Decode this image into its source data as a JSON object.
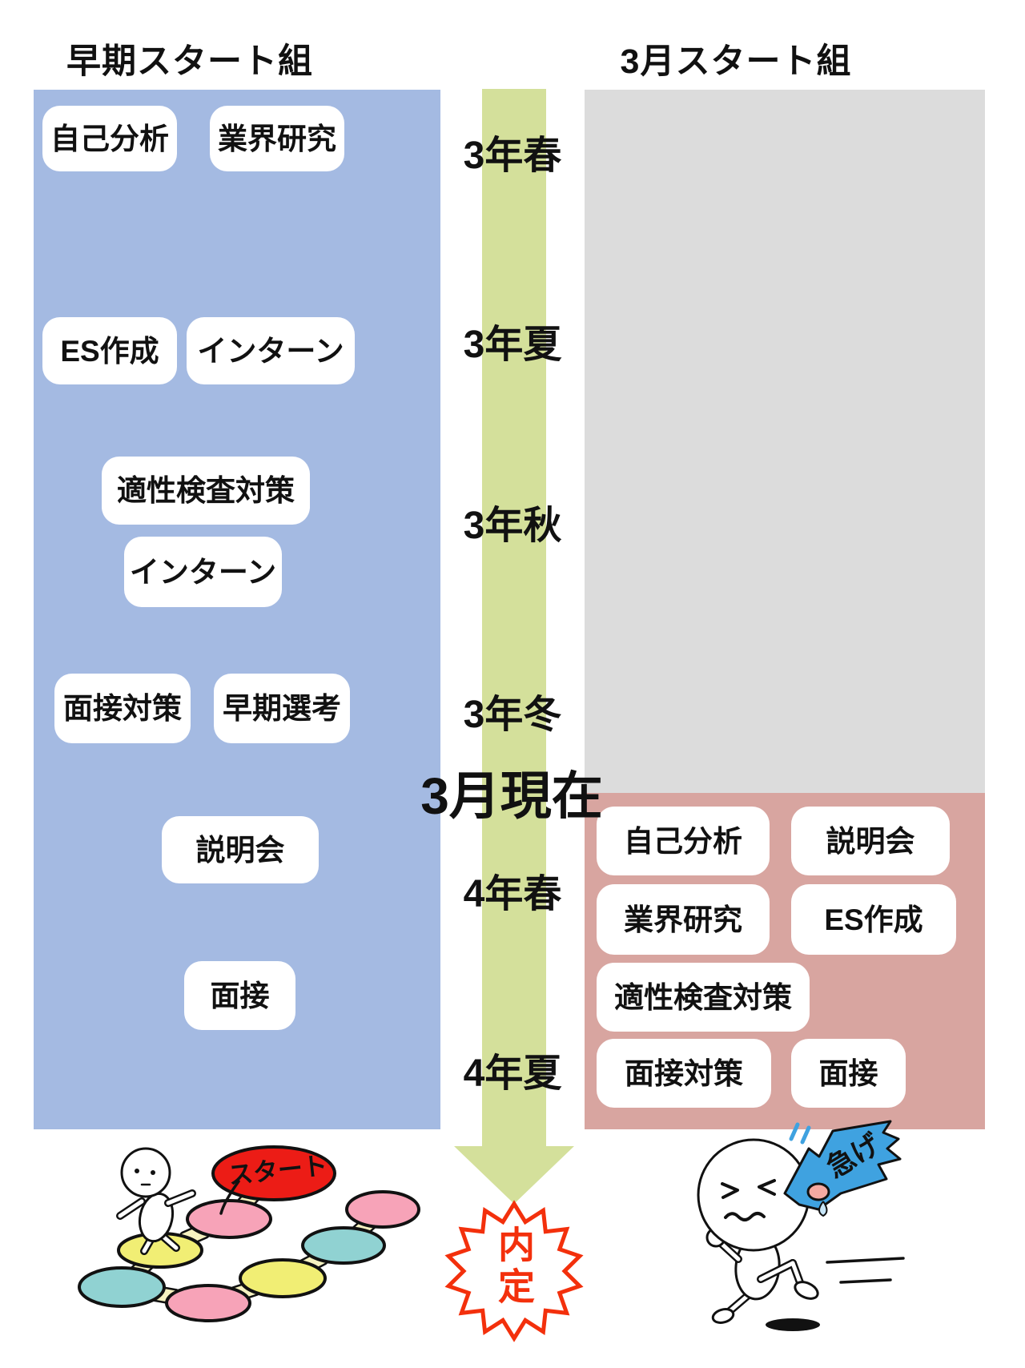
{
  "early_group": {
    "title": "早期スタート組",
    "tasks": [
      "自己分析",
      "業界研究",
      "ES作成",
      "インターン",
      "適性検査対策",
      "インターン",
      "面接対策",
      "早期選考",
      "説明会",
      "面接"
    ]
  },
  "march_group": {
    "title": "3月スタート組",
    "tasks": [
      "自己分析",
      "説明会",
      "業界研究",
      "ES作成",
      "適性検査対策",
      "面接対策",
      "面接"
    ]
  },
  "timeline": {
    "phase_labels": [
      "3年春",
      "3年夏",
      "3年秋",
      "3年冬",
      "4年春",
      "4年夏"
    ],
    "current_marker": "3月現在",
    "goal_seal": "内定"
  },
  "illustrations": {
    "start_label": "スタート",
    "hurry_label": "急げ"
  },
  "colors": {
    "early_panel": "#A4BAE2",
    "march_panel_waiting": "#DCDCDC",
    "march_panel_active": "#D8A5A0",
    "timeline_arrow": "#D4E09B",
    "start_ellipse": "#EC1C16",
    "seal_red": "#F3300C",
    "hurry_banner_blue": "#3FA2E0",
    "stone_yellow": "#F1EE74",
    "stone_pink": "#F7A3B8",
    "stone_teal": "#90D2D2"
  }
}
